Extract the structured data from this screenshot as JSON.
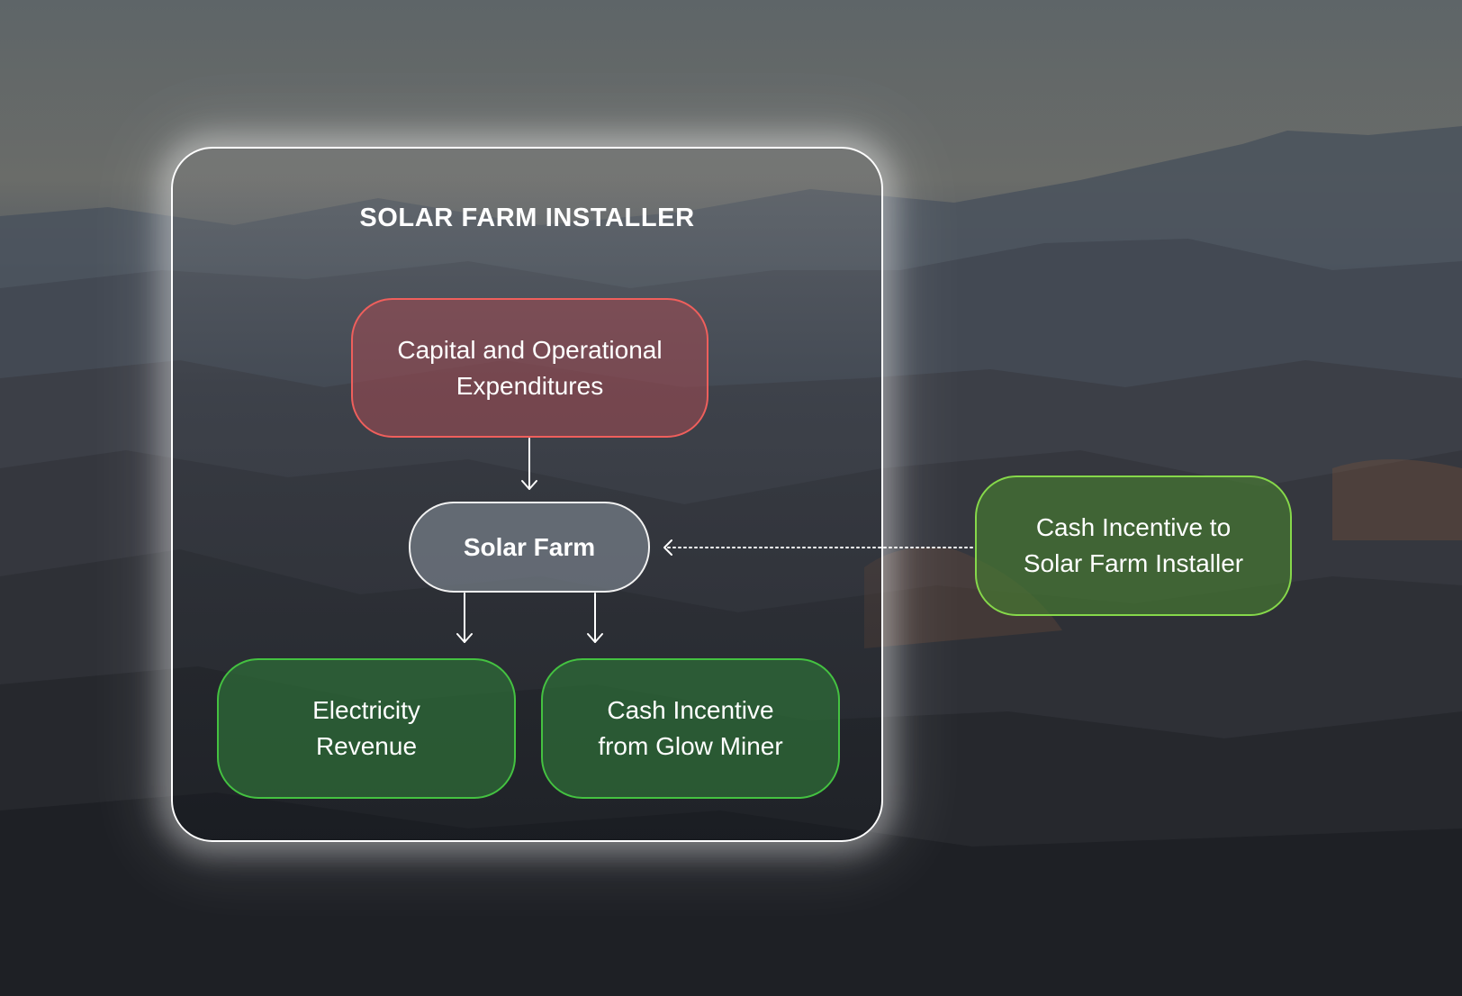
{
  "diagram": {
    "group": {
      "title": "SOLAR FARM INSTALLER"
    },
    "nodes": {
      "expenditures": {
        "lines": [
          "Capital and Operational",
          "Expenditures"
        ],
        "color": "#ef5f5c"
      },
      "solar_farm": {
        "lines": [
          "Solar Farm"
        ],
        "color": "#f2f2f2"
      },
      "electricity_revenue": {
        "lines": [
          "Electricity",
          "Revenue"
        ],
        "color": "#44c241"
      },
      "glow_miner_incentive": {
        "lines": [
          "Cash Incentive",
          "from Glow Miner"
        ],
        "color": "#44c241"
      },
      "installer_incentive": {
        "lines": [
          "Cash Incentive to",
          "Solar Farm Installer"
        ],
        "color": "#86d84a"
      }
    },
    "edges": [
      {
        "from": "expenditures",
        "to": "solar_farm",
        "style": "solid"
      },
      {
        "from": "solar_farm",
        "to": "electricity_revenue",
        "style": "solid"
      },
      {
        "from": "solar_farm",
        "to": "glow_miner_incentive",
        "style": "solid"
      },
      {
        "from": "installer_incentive",
        "to": "solar_farm",
        "style": "dotted"
      }
    ]
  }
}
